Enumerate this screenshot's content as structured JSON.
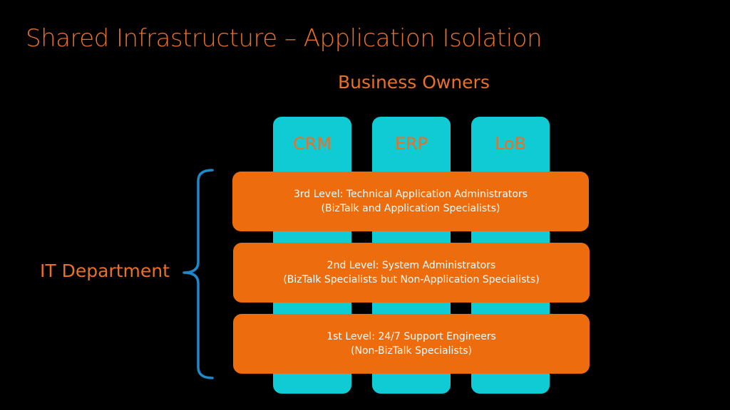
{
  "title": "Shared Infrastructure – Application Isolation",
  "business_owners_label": "Business Owners",
  "columns": [
    {
      "label": "CRM"
    },
    {
      "label": "ERP"
    },
    {
      "label": "LoB"
    }
  ],
  "levels": [
    {
      "line1": "3rd Level: Technical Application Administrators",
      "line2": "(BizTalk and Application Specialists)"
    },
    {
      "line1": "2nd Level: System Administrators",
      "line2": "(BizTalk Specialists but Non-Application Specialists)"
    },
    {
      "line1": "1st Level: 24/7 Support Engineers",
      "line2": "(Non-BizTalk Specialists)"
    }
  ],
  "it_department_label": "IT Department",
  "colors": {
    "background": "#000000",
    "accent_orange": "#e8712a",
    "level_box": "#ec6c0e",
    "column": "#0fcbd4",
    "bracket": "#1e88c8"
  }
}
